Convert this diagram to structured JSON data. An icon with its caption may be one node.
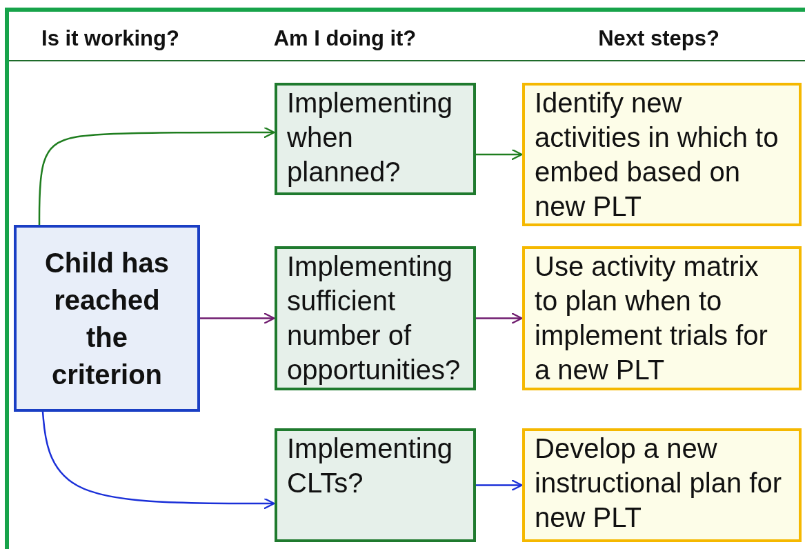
{
  "diagram": {
    "nodes": [
      {
        "text": [
          "Child has reached the criterion"
        ]
      },
      {
        "text": [
          "Implementing when planned?"
        ]
      },
      {
        "text": [
          "Implementing sufficient number of opportunities?"
        ]
      },
      {
        "text": [
          "Implementing CLTs?"
        ]
      },
      {
        "text": [
          "Identify new activities in which to embed based on new PLT"
        ]
      },
      {
        "text": [
          "Use activity matrix to plan when to implement trials for a new PLT"
        ]
      },
      {
        "text": [
          "Develop a new instructional plan for new PLT"
        ]
      }
    ],
    "edges": [
      {
        "from": 0,
        "to": 1,
        "arrow": "to",
        "color": "#1e7d1e"
      },
      {
        "from": 0,
        "to": 2,
        "arrow": "to",
        "color": "#6e1a6e"
      },
      {
        "from": 0,
        "to": 3,
        "arrow": "to",
        "color": "#1a2fd8"
      },
      {
        "from": 1,
        "to": 4,
        "arrow": "to",
        "color": "#1e7d1e"
      },
      {
        "from": 2,
        "to": 5,
        "arrow": "to",
        "color": "#6e1a6e"
      },
      {
        "from": 3,
        "to": 6,
        "arrow": "to",
        "color": "#1a2fd8"
      }
    ],
    "labels": [
      "Is it working?",
      "Am I doing it?",
      "Next steps?"
    ]
  }
}
